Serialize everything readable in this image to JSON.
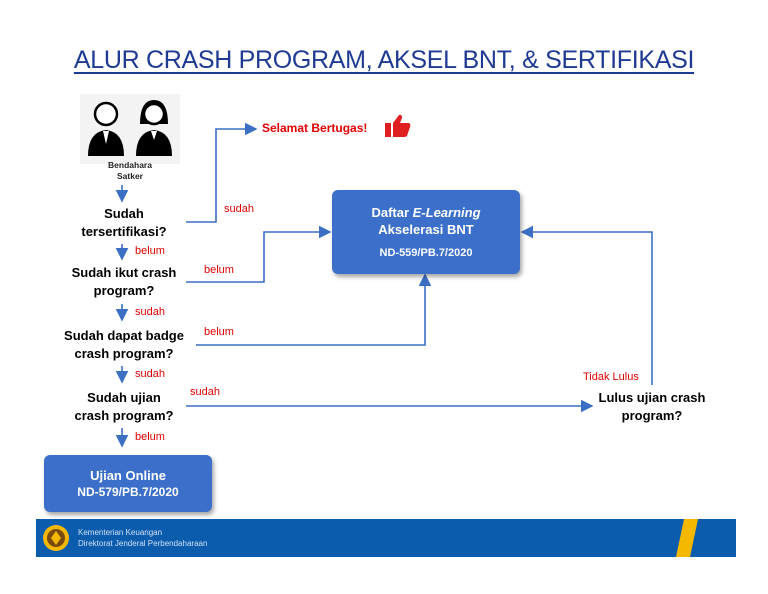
{
  "title": "ALUR CRASH PROGRAM, AKSEL BNT, & SERTIFIKASI",
  "actor": {
    "line1": "Bendahara",
    "line2": "Satker"
  },
  "questions": {
    "q1": [
      "Sudah",
      "tersertifikasi?"
    ],
    "q2": [
      "Sudah ikut crash",
      "program?"
    ],
    "q3": [
      "Sudah dapat badge",
      "crash program?"
    ],
    "q4": [
      "Sudah ujian",
      "crash program?"
    ],
    "q5": [
      "Lulus ujian crash",
      "program?"
    ]
  },
  "success": "Selamat Bertugas!",
  "labels": {
    "sudah": "sudah",
    "belum": "belum",
    "tidak_lulus": "Tidak Lulus"
  },
  "elearning": {
    "title_prefix": "Daftar ",
    "title_italic": "E-Learning",
    "line2": "Akselerasi BNT",
    "ref": "ND-559/PB.7/2020"
  },
  "ujian": {
    "line1": "Ujian Online",
    "line2": "ND-579/PB.7/2020"
  },
  "footer": {
    "line1": "Kementerian Keuangan",
    "line2": "Direktorat Jenderal Perbendaharaan"
  },
  "colors": {
    "title": "#1f3a93",
    "box": "#3b6fc9",
    "arrow": "#3a6fc4",
    "label": "#e00000",
    "footer": "#0b5cad",
    "accent": "#f5b800"
  },
  "icons": [
    "person-male-icon",
    "person-female-icon",
    "thumbs-up-icon",
    "kemenkeu-logo-icon"
  ]
}
